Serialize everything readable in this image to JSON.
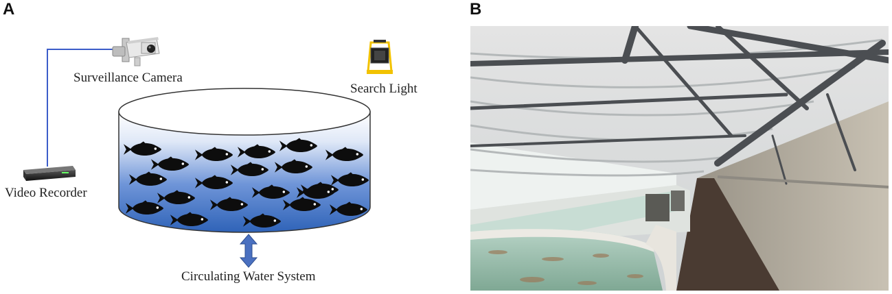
{
  "panels": {
    "a": {
      "letter": "A"
    },
    "b": {
      "letter": "B"
    }
  },
  "diagram": {
    "labels": {
      "camera": "Surveillance Camera",
      "light": "Search Light",
      "recorder": "Video Recorder",
      "water": "Circulating Water System"
    },
    "colors": {
      "tank_top": "#ffffff",
      "tank_bottom": "#2f63b8",
      "fish": "#0d0d0d",
      "cable": "#3b5cc9",
      "arrow": "#4a70c0",
      "light_frame": "#f2c200"
    },
    "fish_count": 21
  },
  "photo": {
    "subject": "greenhouse aquaculture tanks"
  }
}
